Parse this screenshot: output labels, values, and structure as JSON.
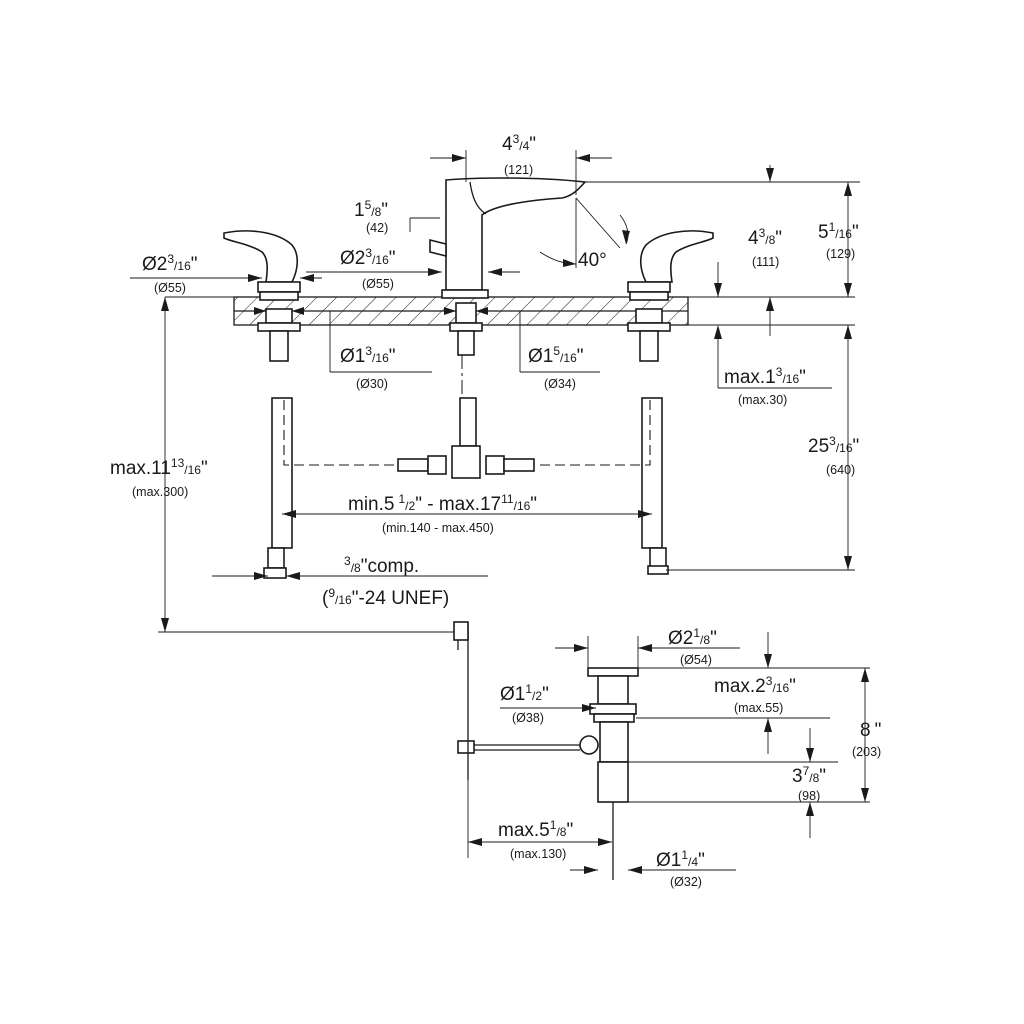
{
  "dimensions": {
    "spout_reach": {
      "main": "4",
      "num": "3",
      "den": "4",
      "unit": "\"",
      "mm": "(121)"
    },
    "spout_base": {
      "main": "1",
      "num": "5",
      "den": "8",
      "unit": "\"",
      "mm": "(42)"
    },
    "spout_height": {
      "main": "4",
      "num": "3",
      "den": "8",
      "unit": "\"",
      "mm": "(111)"
    },
    "overall_height": {
      "main": "5",
      "num": "1",
      "den": "16",
      "unit": "\"",
      "mm": "(129)"
    },
    "angle": {
      "value": "40°"
    },
    "handle_base": {
      "main": "Ø2",
      "num": "3",
      "den": "16",
      "unit": "\"",
      "mm": "(Ø55)"
    },
    "spout_flange": {
      "main": "Ø2",
      "num": "3",
      "den": "16",
      "unit": "\"",
      "mm": "(Ø55)"
    },
    "hole_handle": {
      "main": "Ø1",
      "num": "3",
      "den": "16",
      "unit": "\"",
      "mm": "(Ø30)"
    },
    "hole_spout": {
      "main": "Ø1",
      "num": "5",
      "den": "16",
      "unit": "\"",
      "mm": "(Ø34)"
    },
    "deck_thickness": {
      "main": "max.1",
      "num": "3",
      "den": "16",
      "unit": "\"",
      "mm": "(max.30)"
    },
    "hose_length": {
      "main": "25",
      "num": "3",
      "den": "16",
      "unit": "\"",
      "mm": "(640)"
    },
    "under_deck": {
      "main": "max.11",
      "num": "13",
      "den": "16",
      "unit": "\"",
      "mm": "(max.300)"
    },
    "spread": {
      "pre": "min.5",
      "num": "1",
      "den": "2",
      "mid": "\" - max.17",
      "num2": "11",
      "den2": "16",
      "unit": "\"",
      "mm": "(min.140 - max.450)"
    },
    "connection": {
      "num": "3",
      "den": "8",
      "text": "\"comp.",
      "num2": "9",
      "den2": "16",
      "text2": "\"-24 UNEF)",
      "open": "("
    },
    "drain_flange": {
      "main": "Ø2",
      "num": "1",
      "den": "8",
      "unit": "\"",
      "mm": "(Ø54)"
    },
    "drain_body": {
      "main": "Ø1",
      "num": "1",
      "den": "2",
      "unit": "\"",
      "mm": "(Ø38)"
    },
    "drain_deck": {
      "main": "max.2",
      "num": "3",
      "den": "16",
      "unit": "\"",
      "mm": "(max.55)"
    },
    "drain_height": {
      "main": "8",
      "unit": "\"",
      "mm": "(203)"
    },
    "drain_tail": {
      "main": "3",
      "num": "7",
      "den": "8",
      "unit": "\"",
      "mm": "(98)"
    },
    "pop_up_reach": {
      "main": "max.5",
      "num": "1",
      "den": "8",
      "unit": "\"",
      "mm": "(max.130)"
    },
    "tailpiece": {
      "main": "Ø1",
      "num": "1",
      "den": "4",
      "unit": "\"",
      "mm": "(Ø32)"
    }
  }
}
